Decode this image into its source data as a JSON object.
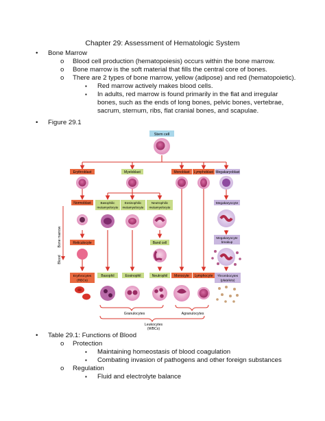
{
  "document": {
    "title": "Chapter 29: Assessment of Hematologic System",
    "bullets": {
      "level1": "•",
      "level2": "o",
      "level3": "▪"
    },
    "outline": {
      "bone_marrow": {
        "heading": "Bone Marrow",
        "items": [
          "Blood cell production (hematopoiesis) occurs within the bone marrow.",
          "Bone marrow is the soft material that fills the central core of bones.",
          "There are 2 types of bone marrow, yellow (adipose) and red (hematopoietic)."
        ],
        "subitems": [
          "Red marrow actively makes blood cells.",
          "In adults, red marrow is found primarily in the flat and irregular bones, such as the ends of long bones, pelvic bones, vertebrae, sacrum, sternum, ribs, flat cranial bones, and scapulae."
        ]
      },
      "figure_heading": "Figure 29.1",
      "table": {
        "heading": "Table 29.1: Functions of Blood",
        "protection": "Protection",
        "protection_items": [
          "Maintaining homeostasis of blood coagulation",
          "Combating invasion of pathogens and other foreign substances"
        ],
        "regulation": "Regulation",
        "regulation_items": [
          "Fluid and electrolyte balance"
        ]
      }
    }
  },
  "figure": {
    "labels": {
      "stem_cell": "Stem cell",
      "erythroblast": "Erythroblast",
      "myeloblast": "Myeloblast",
      "monoblast": "Monoblast",
      "lymphoblast": "Lymphoblast",
      "megakaryoblast": "Megakaryoblast",
      "normoblast": "Normoblast",
      "basophilic": "Basophilic",
      "eosinophilic": "Eosinophilic",
      "neutrophilic": "Neutrophilic",
      "metamyelocyte": "metamyelocyte",
      "megakaryocyte": "Megakaryocyte",
      "megakaryocyte_line1": "Megakaryocyte",
      "megakaryocyte_line2": "breakup",
      "reticulocyte": "Reticulocyte",
      "band_cell": "Band cell",
      "erythrocytes": "Erythrocytes",
      "rbcs": "(RBCs)",
      "basophil": "Basophil",
      "eosinophil": "Eosinophil",
      "neutrophil": "Neutrophil",
      "monocyte": "Monocyte",
      "lymphocyte": "Lymphocyte",
      "thrombocytes": "Thrombocytes",
      "platelets": "(platelets)",
      "granulocytes": "Granulocytes",
      "agranulocytes": "Agranulocytes",
      "leukocytes": "Leukocytes",
      "wbcs": "(WBCs)",
      "bone_marrow": "Bone marrow",
      "blood": "Blood"
    },
    "colors": {
      "erythroid": "#e8693f",
      "myeloid": "#c8dc8a",
      "mono": "#e8693f",
      "lympho": "#e8693f",
      "mega": "#c9b8df",
      "stem": "#a9d7ea",
      "cell_pink": "#e9a0c6",
      "nucleus": "#c0437f",
      "rbc": "#d9342b",
      "platelet": "#b35a8a",
      "arrow": "#d9342b"
    }
  }
}
